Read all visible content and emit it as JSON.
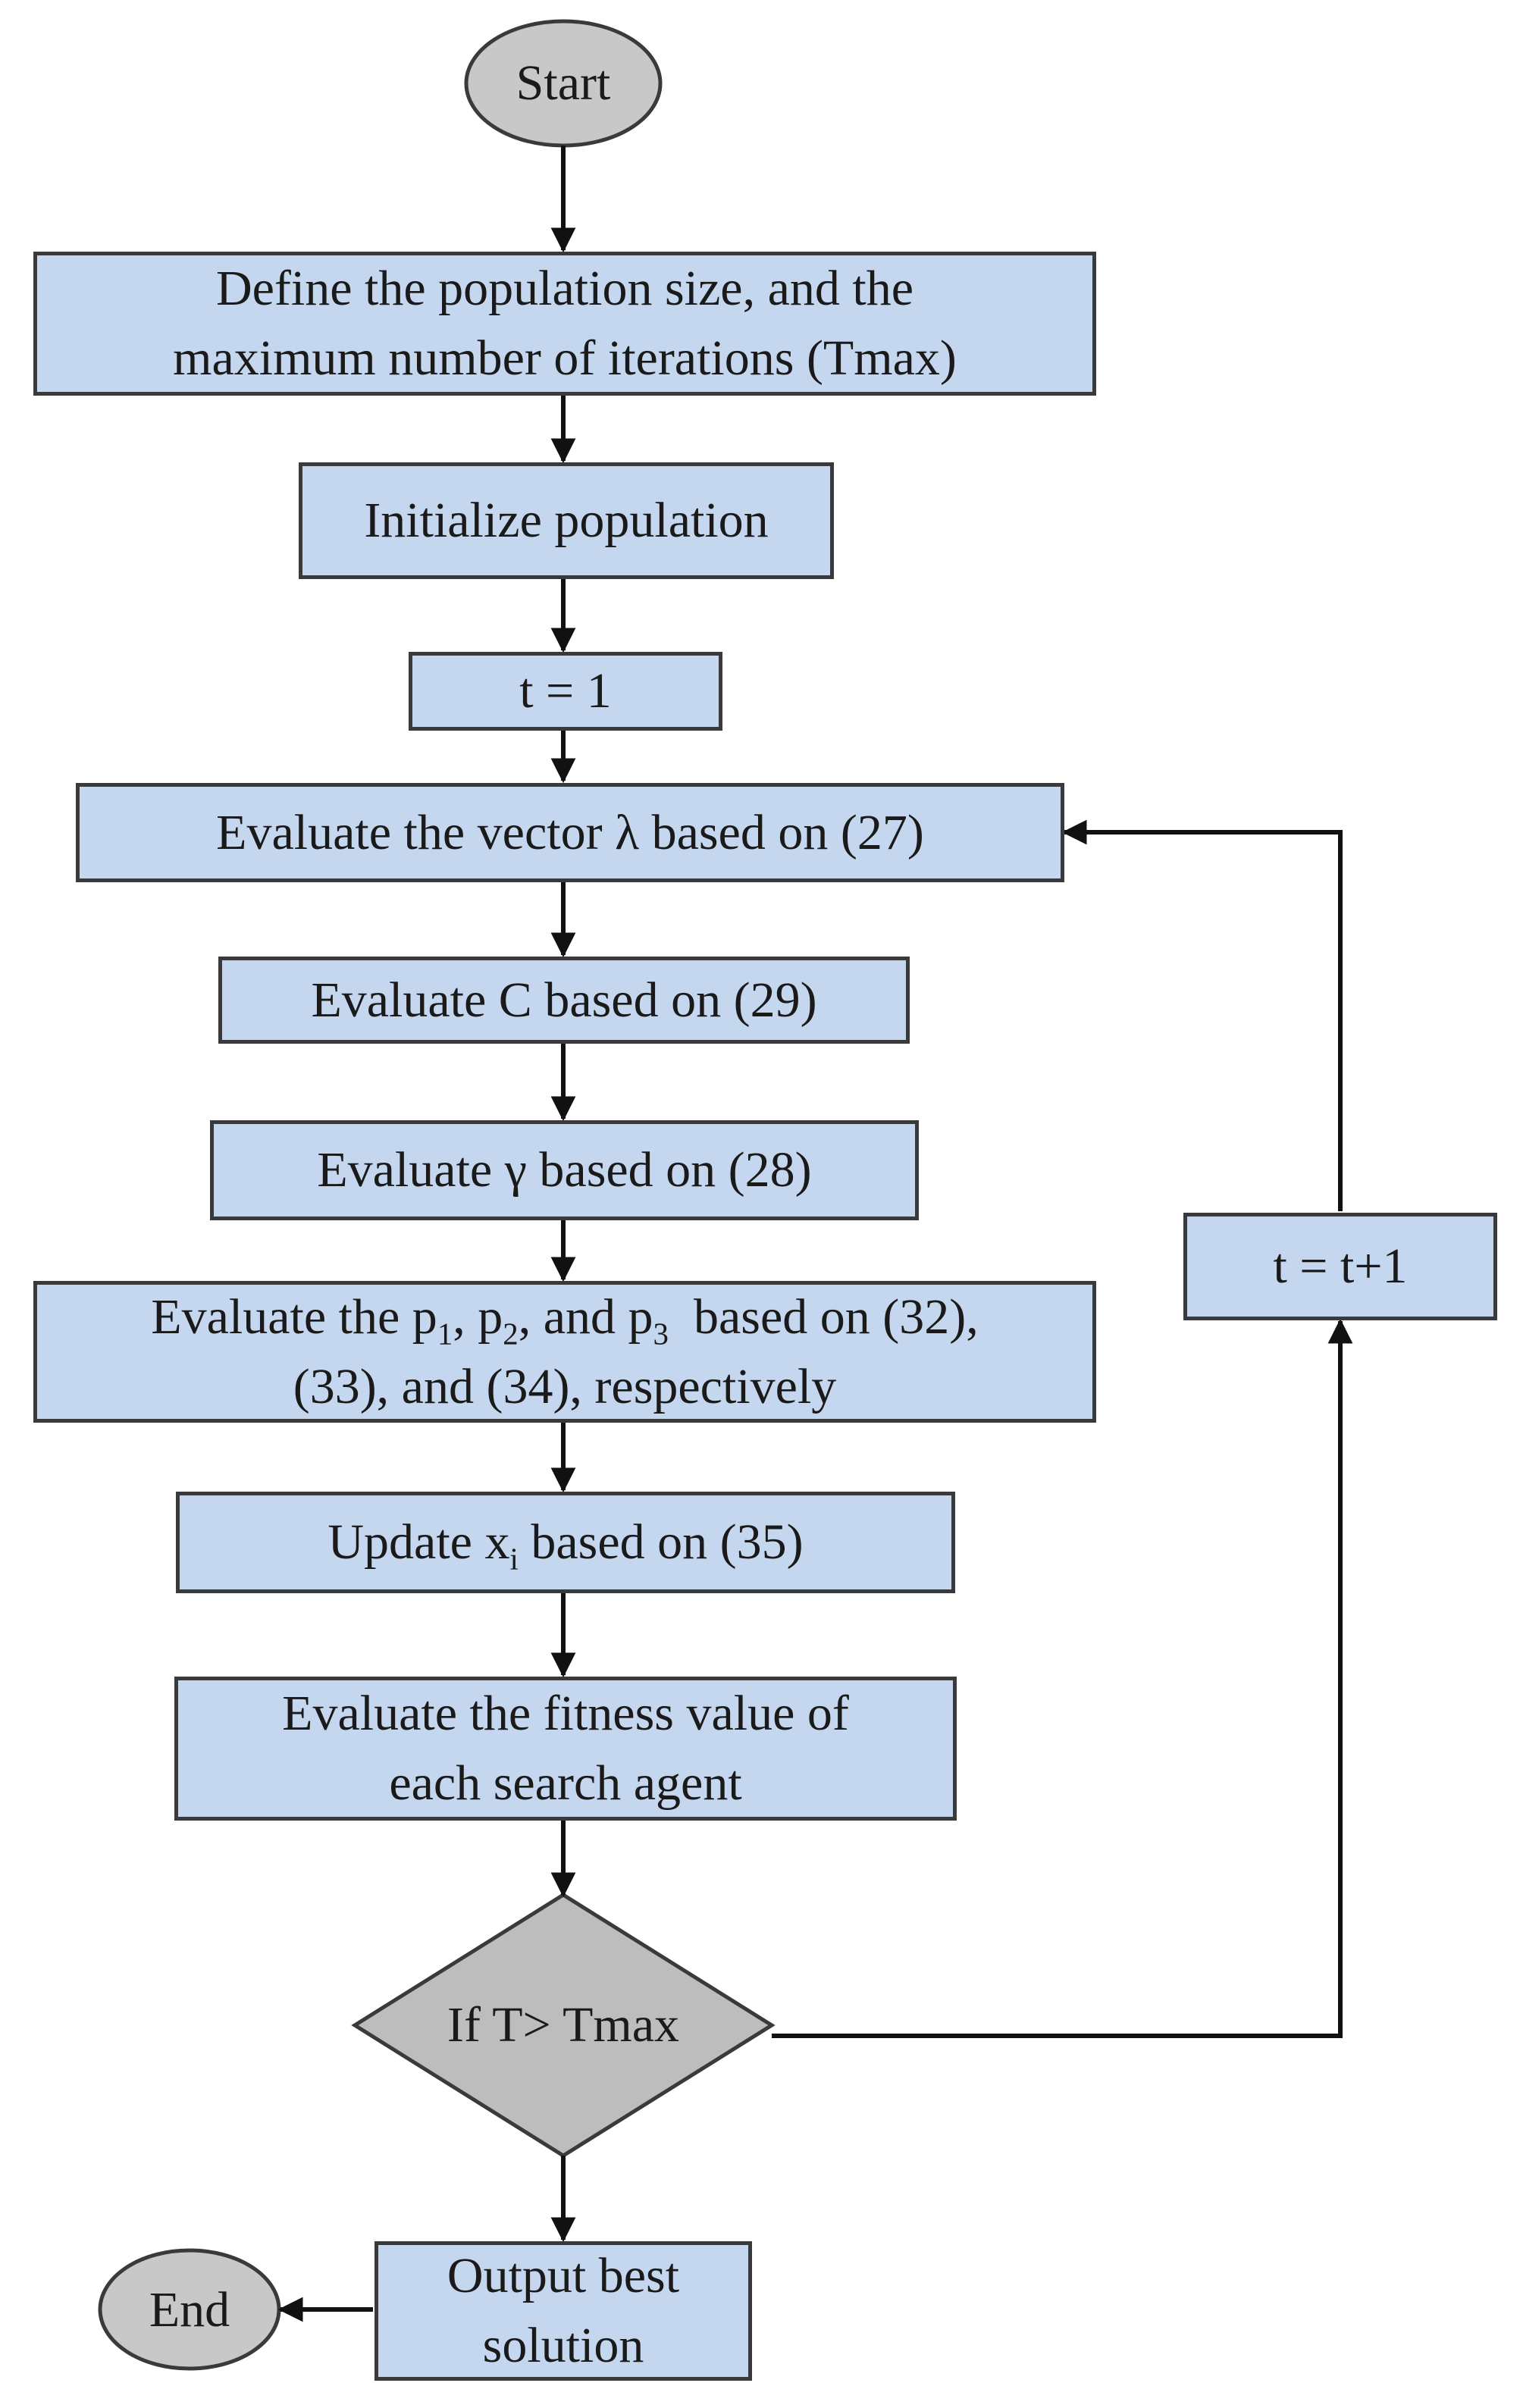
{
  "flowchart": {
    "start": "Start",
    "end": "End",
    "define": {
      "line1": "Define the population size, and the",
      "line2": "maximum number of iterations (Tmax)"
    },
    "init": "Initialize population",
    "t_init": "t = 1",
    "eval_lambda": "Evaluate the vector λ based on (27)",
    "eval_c": "Evaluate C based on (29)",
    "eval_gamma": "Evaluate γ based on (28)",
    "eval_p": {
      "prefix": "Evaluate the p",
      "sub1": "1",
      "sep1": ", p",
      "sub2": "2",
      "sep2": ", and p",
      "sub3": "3",
      "suffix": "  based on (32),",
      "line2": "(33), and (34), respectively"
    },
    "update": {
      "prefix": "Update x",
      "sub": "i",
      "suffix": " based on (35)"
    },
    "fitness": {
      "line1": "Evaluate the fitness value of",
      "line2": "each search agent"
    },
    "decision": "If T> Tmax",
    "t_increment": "t = t+1",
    "output": {
      "line1": "Output best",
      "line2": "solution"
    }
  },
  "colors": {
    "box_fill": "#c5d7ee",
    "terminal_fill": "#c8c8c8",
    "decision_fill": "#bdbdbd",
    "stroke": "#3a3a3a"
  }
}
